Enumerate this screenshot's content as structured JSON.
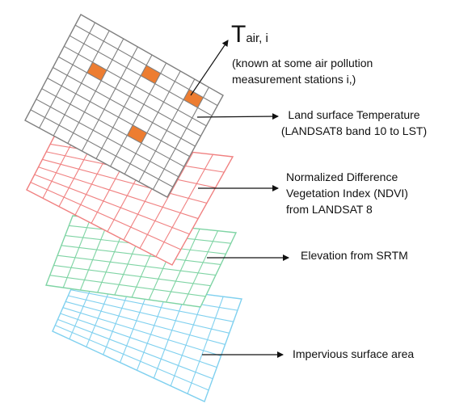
{
  "layers": [
    {
      "name": "lst-grid",
      "color": "#7f7f7f",
      "rows": 10,
      "cols": 10
    },
    {
      "name": "ndvi-grid",
      "color": "#f08080",
      "rows": 7,
      "cols": 9
    },
    {
      "name": "elevation-grid",
      "color": "#7fd4a4",
      "rows": 7,
      "cols": 9
    },
    {
      "name": "impervious-grid",
      "color": "#7fd0ef",
      "rows": 9,
      "cols": 9
    }
  ],
  "station_color": "#ed7d31",
  "stations": [
    {
      "col": 3,
      "row": 4
    },
    {
      "col": 6,
      "row": 2
    },
    {
      "col": 9,
      "row": 2
    },
    {
      "col": 7,
      "row": 7
    }
  ],
  "labels": {
    "tair_main": "T",
    "tair_sub": "air, i",
    "tair_note_1": "(known at some air pollution",
    "tair_note_2": "measurement stations i,)",
    "lst_1": "Land surface Temperature",
    "lst_2": "(LANDSAT8 band 10 to LST)",
    "ndvi_1": "Normalized Difference",
    "ndvi_2": "Vegetation Index (NDVI)",
    "ndvi_3": "from LANDSAT 8",
    "elevation": "Elevation from SRTM",
    "impervious": "Impervious surface area"
  }
}
